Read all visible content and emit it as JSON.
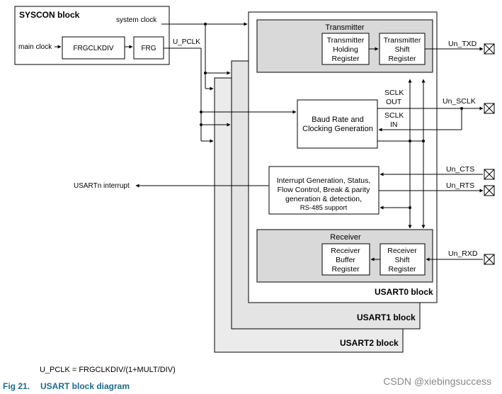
{
  "diagram": {
    "syscon": {
      "title": "SYSCON block",
      "system_clock": "system clock",
      "main_clock": "main clock",
      "frgclkdiv": "FRGCLKDIV",
      "frg": "FRG",
      "u_pclk": "U_PCLK"
    },
    "transmitter": {
      "title": "Transmitter",
      "holding": [
        "Transmitter",
        "Holding",
        "Register"
      ],
      "shift": [
        "Transmitter",
        "Shift",
        "Register"
      ]
    },
    "baud": {
      "lines": [
        "Baud Rate and",
        "Clocking Generation"
      ],
      "sclk_out": [
        "SCLK",
        "OUT"
      ],
      "sclk_in": [
        "SCLK",
        "IN"
      ]
    },
    "interrupt": {
      "lines": [
        "Interrupt Generation, Status,",
        "Flow Control, Break & parity",
        "generation & detection,",
        "RS-485 support"
      ],
      "output_label": "USARTn interrupt"
    },
    "receiver": {
      "title": "Receiver",
      "buffer": [
        "Receiver",
        "Buffer",
        "Register"
      ],
      "shift": [
        "Receiver",
        "Shift",
        "Register"
      ]
    },
    "pins": {
      "txd": "Un_TXD",
      "sclk": "Un_SCLK",
      "cts": "Un_CTS",
      "rts": "Un_RTS",
      "rxd": "Un_RXD"
    },
    "blocks": {
      "usart0": "USART0 block",
      "usart1": "USART1 block",
      "usart2": "USART2 block"
    },
    "formula": "U_PCLK = FRGCLKDIV/(1+MULT/DIV)"
  },
  "caption": {
    "figure": "Fig 21.",
    "title": "USART block diagram"
  },
  "watermark": "CSDN @xiebingsuccess",
  "colors": {
    "line": "#000000",
    "shade_light": "#ebebeb",
    "shade_mid": "#e4e4e4",
    "inner_box": "#d9d9d9",
    "caption": "#1b6b8f"
  }
}
